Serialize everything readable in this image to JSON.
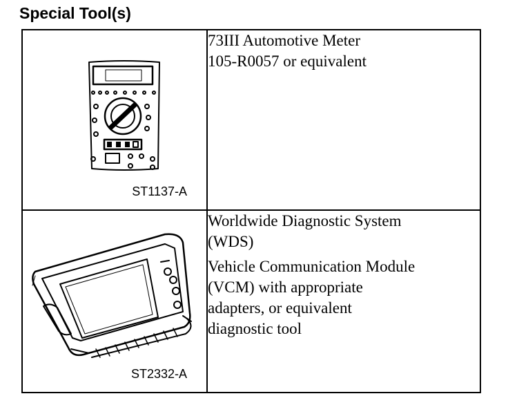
{
  "title": "Special Tool(s)",
  "tools": [
    {
      "image_caption": "ST1137-A",
      "illustration": "digital-multimeter-icon",
      "description": [
        [
          "73III Automotive Meter",
          "105-R0057 or equivalent"
        ]
      ]
    },
    {
      "image_caption": "ST2332-A",
      "illustration": "diagnostic-tablet-icon",
      "description": [
        [
          "Worldwide Diagnostic System",
          "(WDS)"
        ],
        [
          "Vehicle Communication Module",
          "(VCM) with appropriate",
          "adapters, or equivalent",
          "diagnostic tool"
        ]
      ]
    }
  ]
}
